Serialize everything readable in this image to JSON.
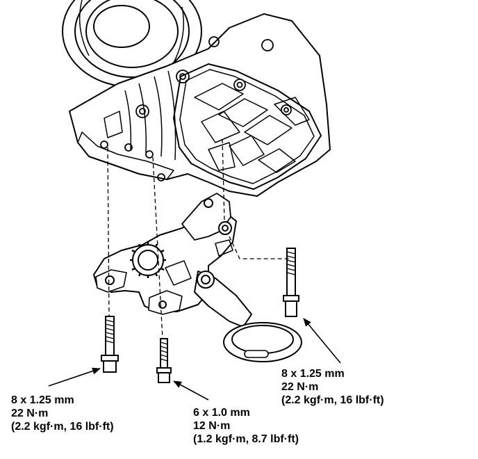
{
  "callouts": {
    "left": {
      "size": "8 x 1.25 mm",
      "torque_nm": "22 N·m",
      "torque_alt": "(2.2 kgf·m, 16 lbf·ft)"
    },
    "center": {
      "size": "6 x 1.0 mm",
      "torque_nm": "12 N·m",
      "torque_alt": "(1.2 kgf·m, 8.7 lbf·ft)"
    },
    "right": {
      "size": "8 x 1.25 mm",
      "torque_nm": "22 N·m",
      "torque_alt": "(2.2 kgf·m, 16 lbf·ft)"
    }
  },
  "colors": {
    "ink": "#000000",
    "paper": "#ffffff"
  }
}
